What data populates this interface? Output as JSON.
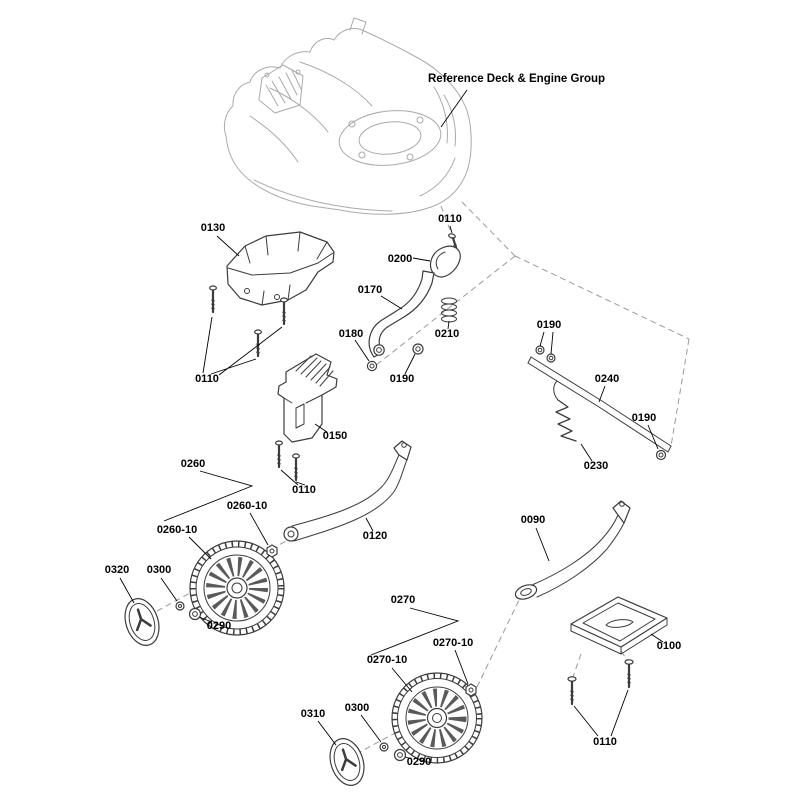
{
  "diagram": {
    "reference_label": "Reference Deck & Engine Group",
    "labels": [
      {
        "text": "0130"
      },
      {
        "text": "0110"
      },
      {
        "text": "0200"
      },
      {
        "text": "0170"
      },
      {
        "text": "0180"
      },
      {
        "text": "0210"
      },
      {
        "text": "0190"
      },
      {
        "text": "0190"
      },
      {
        "text": "0240"
      },
      {
        "text": "0190"
      },
      {
        "text": "0230"
      },
      {
        "text": "0150"
      },
      {
        "text": "0110"
      },
      {
        "text": "0110"
      },
      {
        "text": "0260"
      },
      {
        "text": "0260-10"
      },
      {
        "text": "0260-10"
      },
      {
        "text": "0120"
      },
      {
        "text": "0090"
      },
      {
        "text": "0320"
      },
      {
        "text": "0300"
      },
      {
        "text": "0290"
      },
      {
        "text": "0270"
      },
      {
        "text": "0270-10"
      },
      {
        "text": "0270-10"
      },
      {
        "text": "0310"
      },
      {
        "text": "0300"
      },
      {
        "text": "0290"
      },
      {
        "text": "0100"
      },
      {
        "text": "0110"
      }
    ]
  },
  "colors": {
    "background": "#ffffff",
    "part_line": "#3c3c3c",
    "deck_line": "#aaaaaa",
    "dash_line": "#9a9a9a",
    "label_text": "#000000"
  }
}
